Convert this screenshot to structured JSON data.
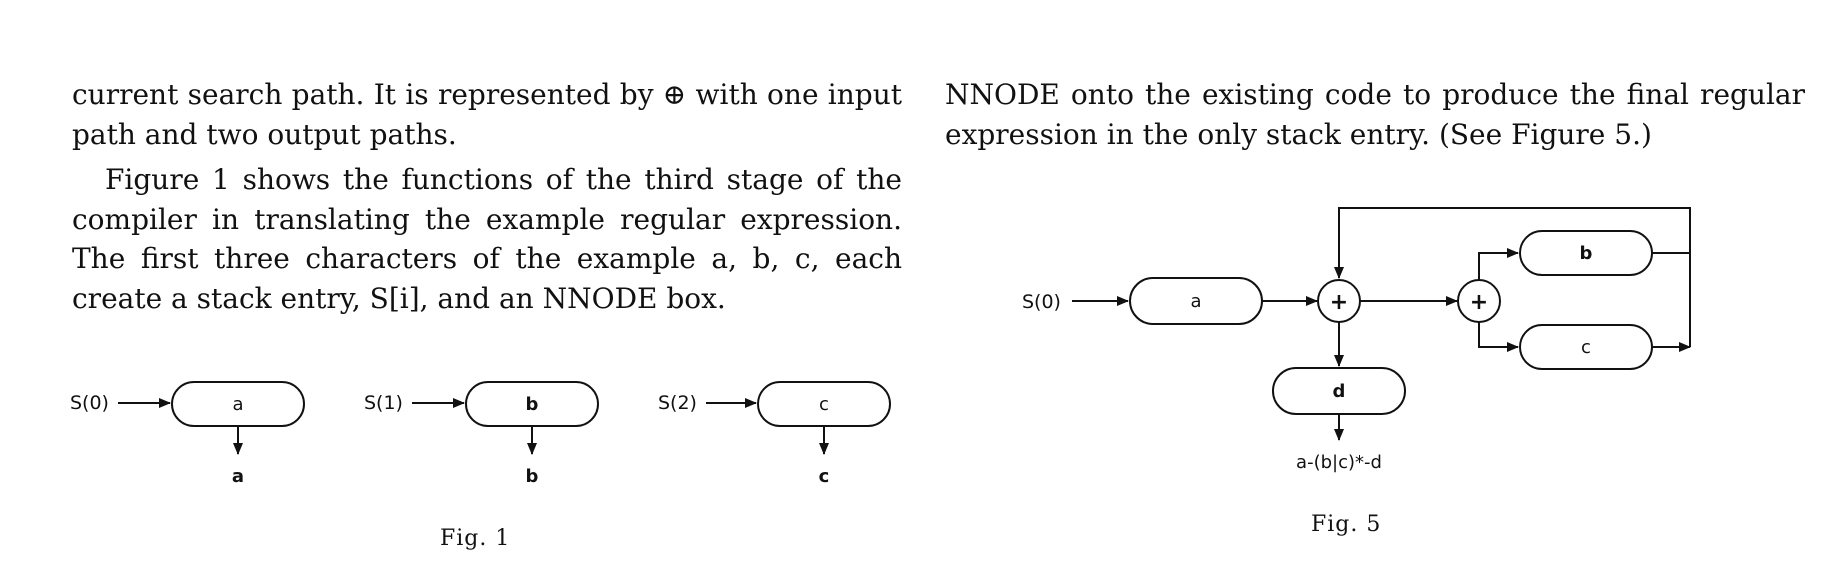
{
  "left_column": {
    "paragraphs": [
      "current search path. It is represented by ⊕ with one input path and two output paths.",
      "Figure 1 shows the functions of the third stage of the compiler in translating the example regular expression. The first three characters of the example a, b, c, each create a stack entry, S[i], and an NNODE box."
    ]
  },
  "right_column": {
    "paragraphs": [
      "NNODE onto the existing code to produce the final regular expression in the only stack entry. (See Figure 5.)"
    ]
  },
  "figure1": {
    "caption": "Fig. 1",
    "nodes": [
      {
        "stack": "S(0)",
        "box": "a",
        "output": "a"
      },
      {
        "stack": "S(1)",
        "box": "b",
        "output": "b"
      },
      {
        "stack": "S(2)",
        "box": "c",
        "output": "c"
      }
    ]
  },
  "figure5": {
    "caption": "Fig. 5",
    "stack_label": "S(0)",
    "box_a": "a",
    "box_b": "b",
    "box_c": "c",
    "box_d": "d",
    "or_symbol": "+",
    "result": "a-(b|c)*-d"
  }
}
